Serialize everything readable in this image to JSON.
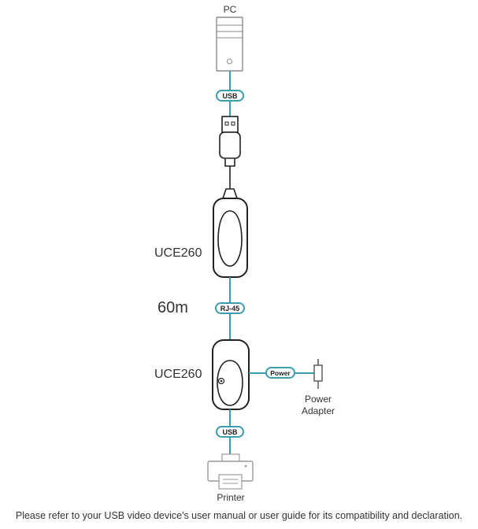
{
  "diagram": {
    "pc_label": "PC",
    "usb_top_label": "USB",
    "uce_top_label": "UCE260",
    "distance_label": "60m",
    "rj45_label": "RJ-45",
    "uce_bottom_label": "UCE260",
    "power_label": "Power",
    "power_adapter_line1": "Power",
    "power_adapter_line2": "Adapter",
    "usb_bottom_label": "USB",
    "printer_label": "Printer"
  },
  "caption": "Please refer to your USB video device's user manual or user guide for its compatibility and declaration.",
  "colors": {
    "cable": "#3a9db0",
    "pill_border": "#3a9db0",
    "device_outline": "#222222",
    "light_outline": "#999999"
  }
}
